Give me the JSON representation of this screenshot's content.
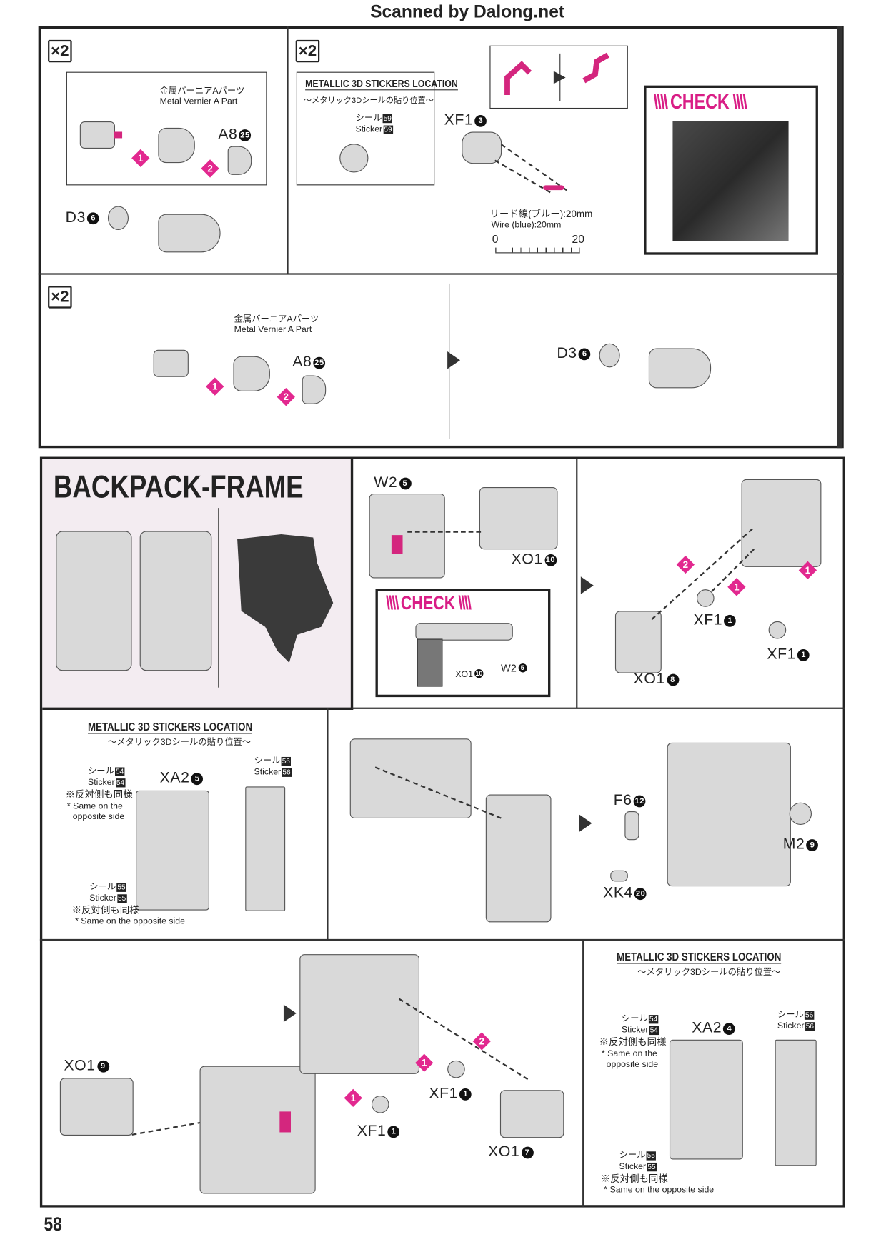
{
  "header": {
    "scan_credit": "Scanned by Dalong.net"
  },
  "page_number": "58",
  "common": {
    "qty": "×2",
    "vernier_jp": "金属バーニアAパーツ",
    "vernier_en": "Metal Vernier A Part",
    "stickers_title": "METALLIC 3D STICKERS LOCATION",
    "stickers_sub": "〜メタリック3Dシールの貼り位置〜",
    "sticker_jp": "シール",
    "sticker_en": "Sticker",
    "same_jp": "※反対側も同様",
    "same_en_1": "* Same on the",
    "same_en_2": "opposite side",
    "same_en_full": "* Same on the opposite side",
    "check": "CHECK"
  },
  "top": {
    "a8": {
      "part": "A8",
      "num": "25"
    },
    "d3": {
      "part": "D3",
      "num": "6"
    },
    "steps": [
      "1",
      "2"
    ],
    "sticker_no": "59",
    "xf1": {
      "part": "XF1",
      "num": "3"
    },
    "wire_jp": "リード線(ブルー):20mm",
    "wire_en": "Wire (blue):20mm",
    "scale_start": "0",
    "scale_end": "20"
  },
  "backpack": {
    "title": "BACKPACK-FRAME",
    "w2": {
      "part": "W2",
      "num": "5"
    },
    "xo1_10": {
      "part": "XO1",
      "num": "10"
    },
    "xf1": {
      "part": "XF1",
      "num": "1"
    },
    "xo1_8": {
      "part": "XO1",
      "num": "8"
    },
    "xa2_5": {
      "part": "XA2",
      "num": "5"
    },
    "f6": {
      "part": "F6",
      "num": "12"
    },
    "m2": {
      "part": "M2",
      "num": "9"
    },
    "xk4": {
      "part": "XK4",
      "num": "20"
    },
    "xo1_9": {
      "part": "XO1",
      "num": "9"
    },
    "xo1_7": {
      "part": "XO1",
      "num": "7"
    },
    "xa2_4": {
      "part": "XA2",
      "num": "4"
    },
    "stickers": [
      "54",
      "55",
      "56"
    ]
  },
  "colors": {
    "accent": "#d91e86",
    "frame": "#222222"
  }
}
